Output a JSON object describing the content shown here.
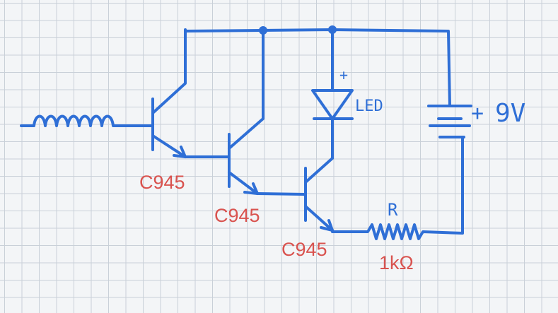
{
  "diagram": {
    "components": {
      "transistor_1": {
        "part": "C945"
      },
      "transistor_2": {
        "part": "C945"
      },
      "transistor_3": {
        "part": "C945"
      },
      "led": {
        "label": "LED",
        "polarity": "+"
      },
      "battery": {
        "polarity": "+",
        "label": "9V"
      },
      "resistor": {
        "symbol": "R",
        "value": "1kΩ"
      }
    },
    "colors": {
      "ink": "#2f6fd6",
      "label": "#d9534f",
      "grid": "#c9d0d8"
    }
  }
}
